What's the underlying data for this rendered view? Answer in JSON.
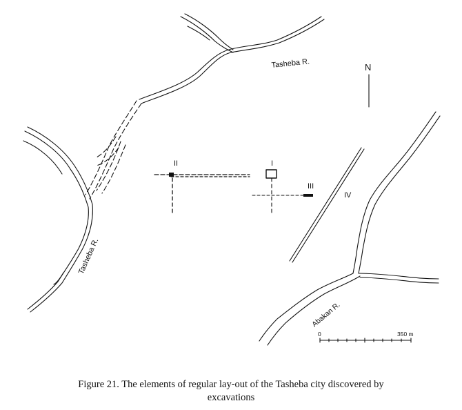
{
  "map": {
    "rivers": {
      "tasheba_upper": "Tasheba R.",
      "tasheba_west": "Tasheba R.",
      "abakan": "Abakan R."
    },
    "north_label": "N",
    "sites": {
      "i": "I",
      "ii": "II",
      "iii": "III",
      "iv": "IV"
    },
    "scale": {
      "start_label": "0",
      "end_label": "350 m"
    },
    "colors": {
      "ink": "#111111",
      "background": "#ffffff"
    }
  },
  "caption": {
    "line1": "Figure 21. The elements of regular lay-out of the Tasheba city discovered by",
    "line2": "excavations"
  }
}
